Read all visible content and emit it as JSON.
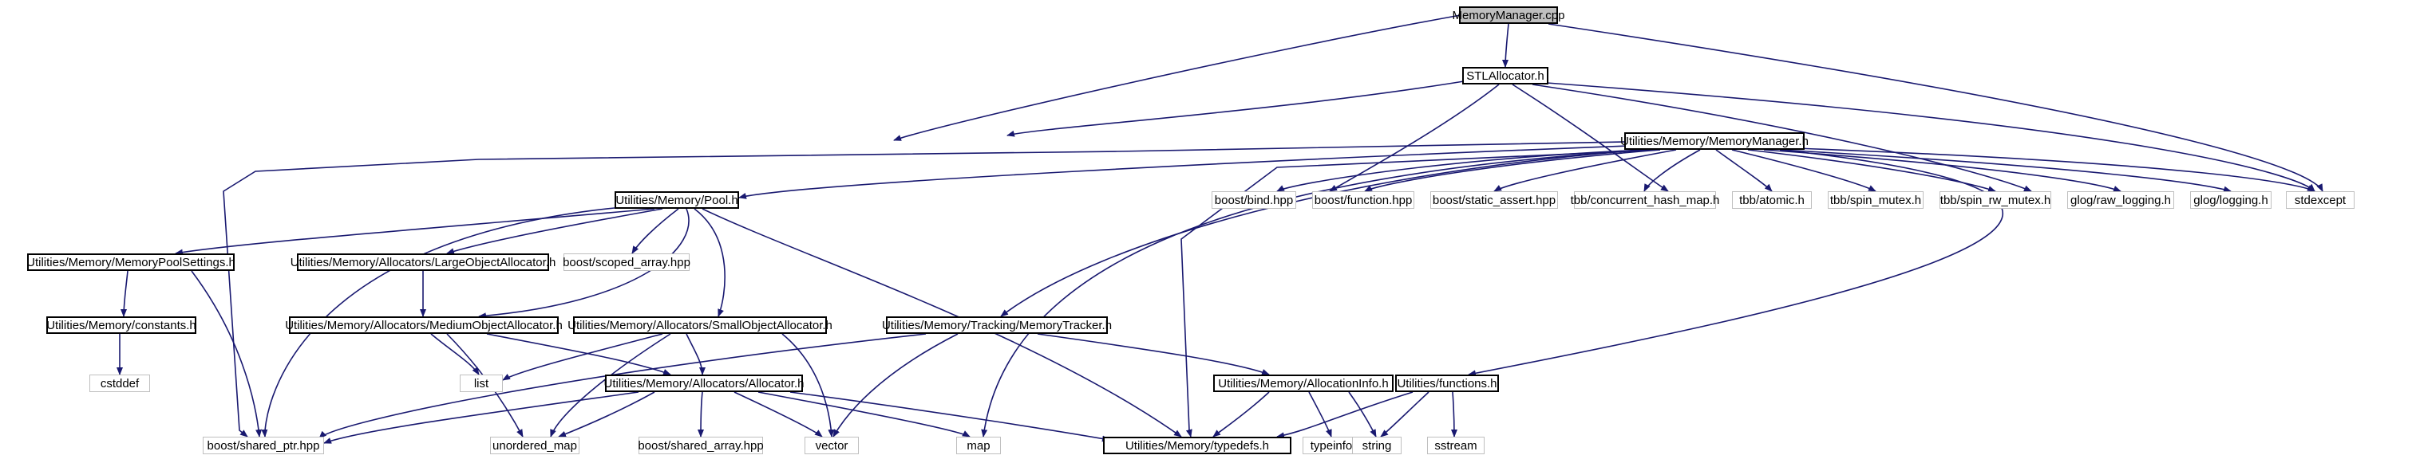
{
  "colors": {
    "edge": "#191970",
    "node_border": "#000000",
    "external_border": "#bfbfbf",
    "root_fill": "#bfbfbf"
  },
  "nodes": {
    "memorymanager_cpp": "MemoryManager.cpp",
    "stlallocator_h": "STLAllocator.h",
    "memorymanager_h": "Utilities/Memory/MemoryManager.h",
    "pool_h": "Utilities/Memory/Pool.h",
    "boost_bind": "boost/bind.hpp",
    "boost_function": "boost/function.hpp",
    "boost_static_assert": "boost/static_assert.hpp",
    "tbb_hash_map": "tbb/concurrent_hash_map.h",
    "tbb_atomic": "tbb/atomic.h",
    "tbb_spin_mutex": "tbb/spin_mutex.h",
    "tbb_spin_rw_mutex": "tbb/spin_rw_mutex.h",
    "glog_raw_logging": "glog/raw_logging.h",
    "glog_logging": "glog/logging.h",
    "stdexcept": "stdexcept",
    "poolsettings_h": "Utilities/Memory/MemoryPoolSettings.h",
    "large_alloc_h": "Utilities/Memory/Allocators/LargeObjectAllocator.h",
    "scoped_array": "boost/scoped_array.hpp",
    "constants_h": "Utilities/Memory/constants.h",
    "cstddef": "cstddef",
    "medium_alloc_h": "Utilities/Memory/Allocators/MediumObjectAllocator.h",
    "small_alloc_h": "Utilities/Memory/Allocators/SmallObjectAllocator.h",
    "tracker_h": "Utilities/Memory/Tracking/MemoryTracker.h",
    "list": "list",
    "allocator_h": "Utilities/Memory/Allocators/Allocator.h",
    "allocinfo_h": "Utilities/Memory/AllocationInfo.h",
    "functions_h": "Utilities/functions.h",
    "shared_ptr": "boost/shared_ptr.hpp",
    "unordered_map": "unordered_map",
    "shared_array": "boost/shared_array.hpp",
    "vector": "vector",
    "map": "map",
    "typedefs_h": "Utilities/Memory/typedefs.h",
    "typeinfo": "typeinfo",
    "string": "string",
    "sstream": "sstream"
  }
}
